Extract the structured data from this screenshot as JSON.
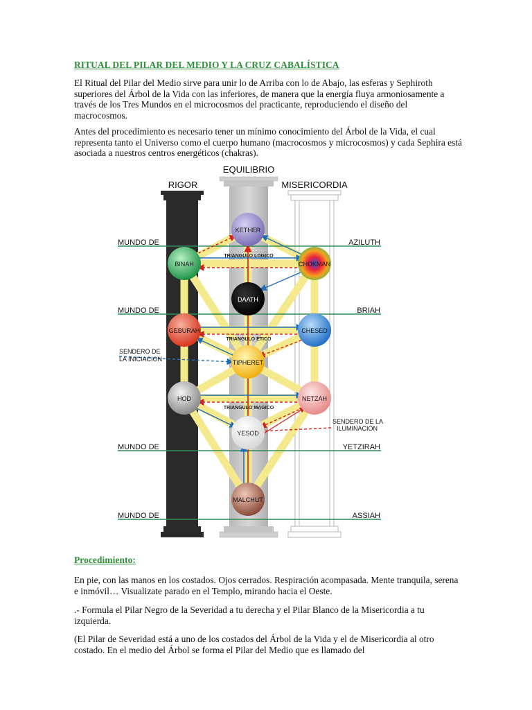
{
  "title": "RITUAL DEL PILAR DEL MEDIO Y LA CRUZ CABALÍSTICA",
  "intro": [
    "El Ritual del Pilar del Medio sirve para unir lo de Arriba con lo de Abajo, las esferas y Sephiroth superiores del Árbol de la Vida con las inferiores, de manera que la energía fluya armoniosamente a través de los Tres Mundos en el microcosmos del practicante, reproduciendo el diseño del macrocosmos.",
    "Antes del procedimiento es necesario tener un mínimo conocimiento del Árbol de la Vida, el cual representa tanto el Universo como el cuerpo humano (macrocosmos y microcosmos) y cada Sephira está asociada a nuestros centros energéticos (chakras)."
  ],
  "diagram": {
    "pillars": {
      "left": "RIGOR",
      "center": "EQUILIBRIO",
      "right": "MISERICORDIA"
    },
    "worlds": [
      {
        "left": "MUNDO DE",
        "right": "AZILUTH"
      },
      {
        "left": "MUNDO DE",
        "right": "BRIAH"
      },
      {
        "left": "MUNDO DE",
        "right": "YETZIRAH"
      },
      {
        "left": "MUNDO DE",
        "right": "ASSIAH"
      }
    ],
    "sephiroth": {
      "kether": "KETHER",
      "binah": "BINAH",
      "chokman": "CHOKMAN",
      "daath": "DAATH",
      "geburah": "GEBURAH",
      "chesed": "CHESED",
      "tiphereth": "TIPHERET",
      "hod": "HOD",
      "netzah": "NETZAH",
      "yesod": "YESOD",
      "malchut": "MALCHUT"
    },
    "triangles": {
      "logico": "TRIANGULO LOGICO",
      "etico": "TRIANGULO ETICO",
      "magico": "TRIANGULO MAGICO"
    },
    "paths": {
      "iniciacion": [
        "SENDERO DE",
        "LA INICIACION"
      ],
      "iluminacion": [
        "SENDERO DE LA",
        "ILUMINACION"
      ]
    },
    "colors": {
      "world_line": "#2e8b57",
      "path_yellow": "#f4e98c",
      "arrow_red": "#d42020",
      "arrow_blue": "#1e6fb8",
      "pillar_black": "#2a2a2a"
    }
  },
  "procedure_heading": "Procedimiento:",
  "procedure": [
    "En pie, con las manos en los costados. Ojos cerrados. Respiración acompasada. Mente tranquila, serena e inmóvil… Visualizate parado en el Templo, mirando hacia el Oeste.",
    ".- Formula el Pilar Negro de la Severidad a tu derecha y el Pilar Blanco de la Misericordia a tu izquierda.",
    "(El Pilar de Severidad está a uno de los costados del Árbol de la Vida y el de Misericordia al otro costado. En el medio del Árbol se forma el Pilar del Medio que es llamado del"
  ]
}
